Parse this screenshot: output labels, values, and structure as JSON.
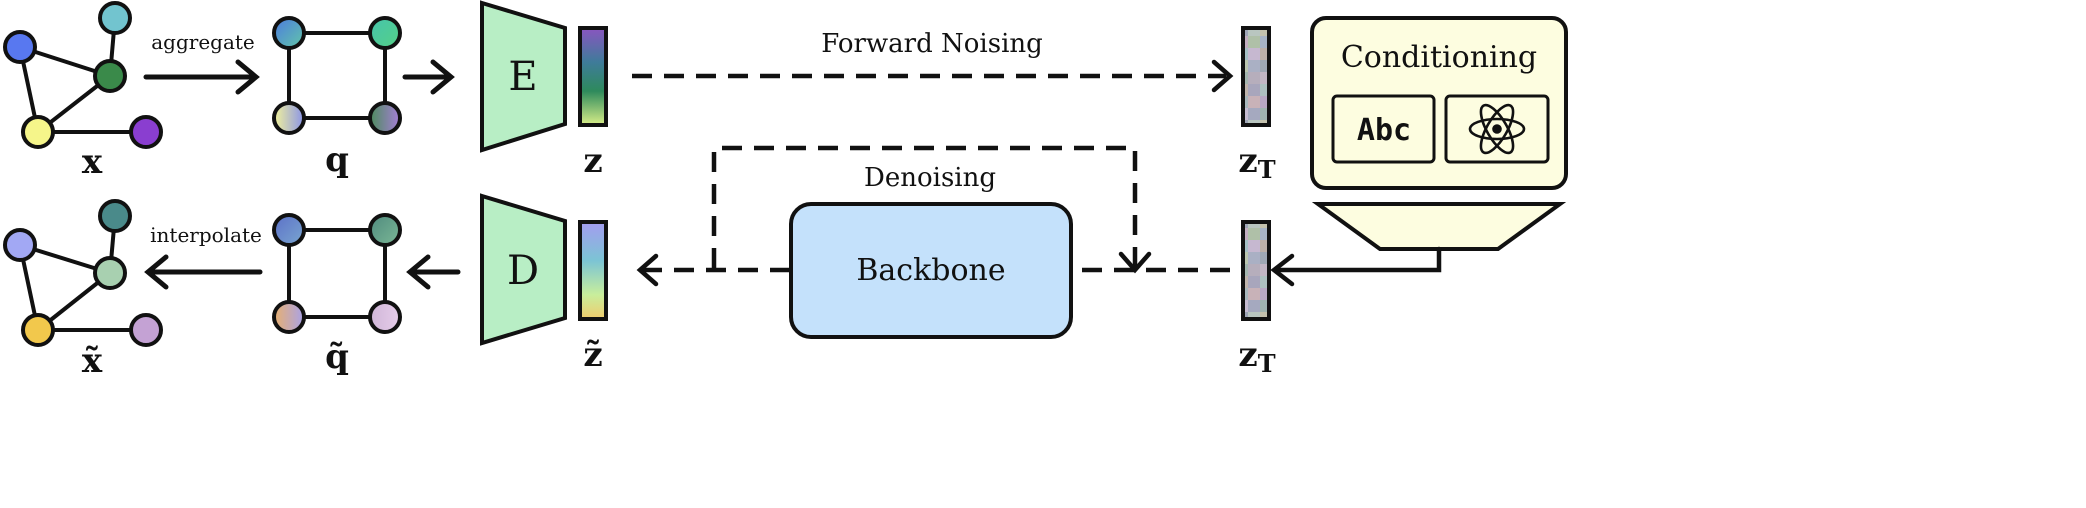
{
  "labels": {
    "aggregate": "aggregate",
    "interpolate": "interpolate",
    "forward_noising": "Forward Noising",
    "denoising": "Denoising",
    "backbone": "Backbone",
    "conditioning": "Conditioning",
    "abc": "Abc",
    "encoder": "E",
    "decoder": "D",
    "x": "x",
    "q": "q",
    "z": "z",
    "x_tilde": "x̃",
    "q_tilde": "q̃",
    "z_tilde": "z̃",
    "z_T_base": "z",
    "z_T_sub": "T"
  },
  "colors": {
    "encoder_fill": "#b8eec5",
    "backbone_fill": "#c4e1fb",
    "conditioning_fill": "#fdfde0",
    "atom_icon": "atom-icon"
  }
}
